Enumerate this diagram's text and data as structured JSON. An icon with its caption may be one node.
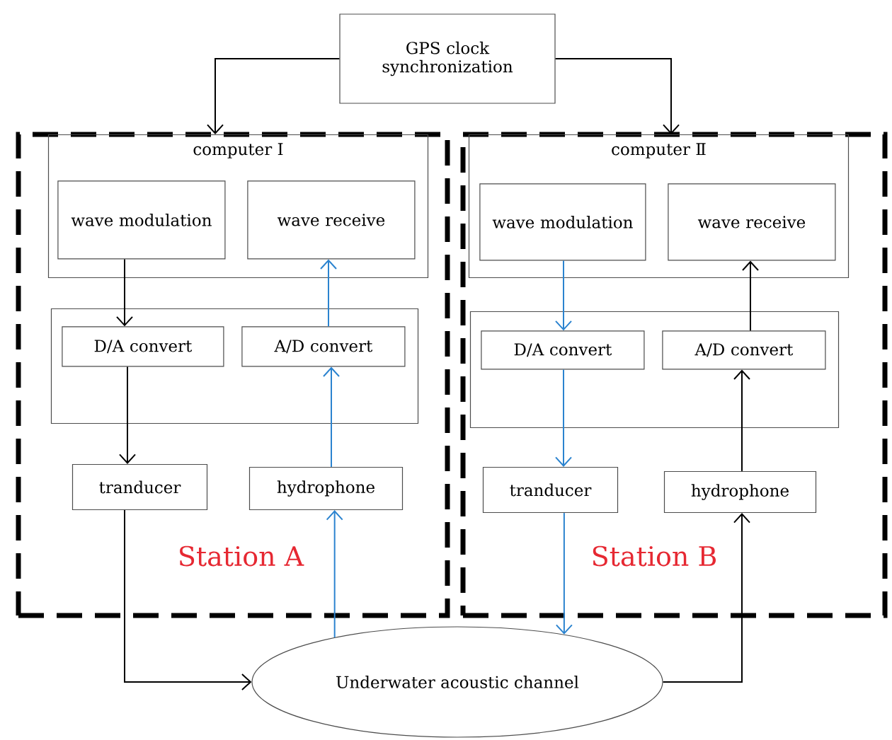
{
  "diagram": {
    "nodes": [
      {
        "text": [
          "GPS clock synchronization"
        ]
      },
      {
        "text": [
          "Station A"
        ]
      },
      {
        "text": [
          "computer Ⅰ"
        ],
        "in": 1
      },
      {
        "text": [
          "wave modulation"
        ],
        "in": 2
      },
      {
        "text": [
          "wave receive"
        ],
        "in": 2
      },
      {
        "text": [],
        "shape": "box",
        "in": 1
      },
      {
        "text": [
          "D/A convert"
        ],
        "in": 5
      },
      {
        "text": [
          "A/D convert"
        ],
        "in": 5
      },
      {
        "text": [
          "tranducer"
        ],
        "in": 1
      },
      {
        "text": [
          "hydrophone"
        ],
        "in": 1
      },
      {
        "text": [
          "Station B"
        ]
      },
      {
        "text": [
          "computer Ⅱ"
        ],
        "in": 10
      },
      {
        "text": [
          "wave modulation"
        ],
        "in": 11
      },
      {
        "text": [
          "wave receive"
        ],
        "in": 11
      },
      {
        "text": [],
        "shape": "box",
        "in": 10
      },
      {
        "text": [
          "D/A convert"
        ],
        "in": 14
      },
      {
        "text": [
          "A/D convert"
        ],
        "in": 14
      },
      {
        "text": [
          "tranducer"
        ],
        "in": 10
      },
      {
        "text": [
          "hydrophone"
        ],
        "in": 10
      },
      {
        "text": [
          "Underwater acoustic channel"
        ]
      }
    ],
    "edges": [
      {
        "from": 0,
        "to": 2,
        "arrow": "to"
      },
      {
        "from": 0,
        "to": 11,
        "arrow": "to"
      },
      {
        "from": 3,
        "to": 6,
        "arrow": "to"
      },
      {
        "from": 6,
        "to": 8,
        "arrow": "to"
      },
      {
        "from": 9,
        "to": 7,
        "arrow": "to",
        "color": "#2b83cf"
      },
      {
        "from": 7,
        "to": 4,
        "arrow": "to",
        "color": "#2b83cf"
      },
      {
        "from": 8,
        "to": 19,
        "arrow": "to"
      },
      {
        "from": 19,
        "to": 9,
        "arrow": "to",
        "color": "#2b83cf"
      },
      {
        "from": 12,
        "to": 15,
        "arrow": "to",
        "color": "#2b83cf"
      },
      {
        "from": 15,
        "to": 17,
        "arrow": "to",
        "color": "#2b83cf"
      },
      {
        "from": 17,
        "to": 19,
        "arrow": "to",
        "color": "#2b83cf"
      },
      {
        "from": 19,
        "to": 18,
        "arrow": "to"
      },
      {
        "from": 18,
        "to": 16,
        "arrow": "to"
      },
      {
        "from": 16,
        "to": 13,
        "arrow": "to"
      }
    ]
  }
}
